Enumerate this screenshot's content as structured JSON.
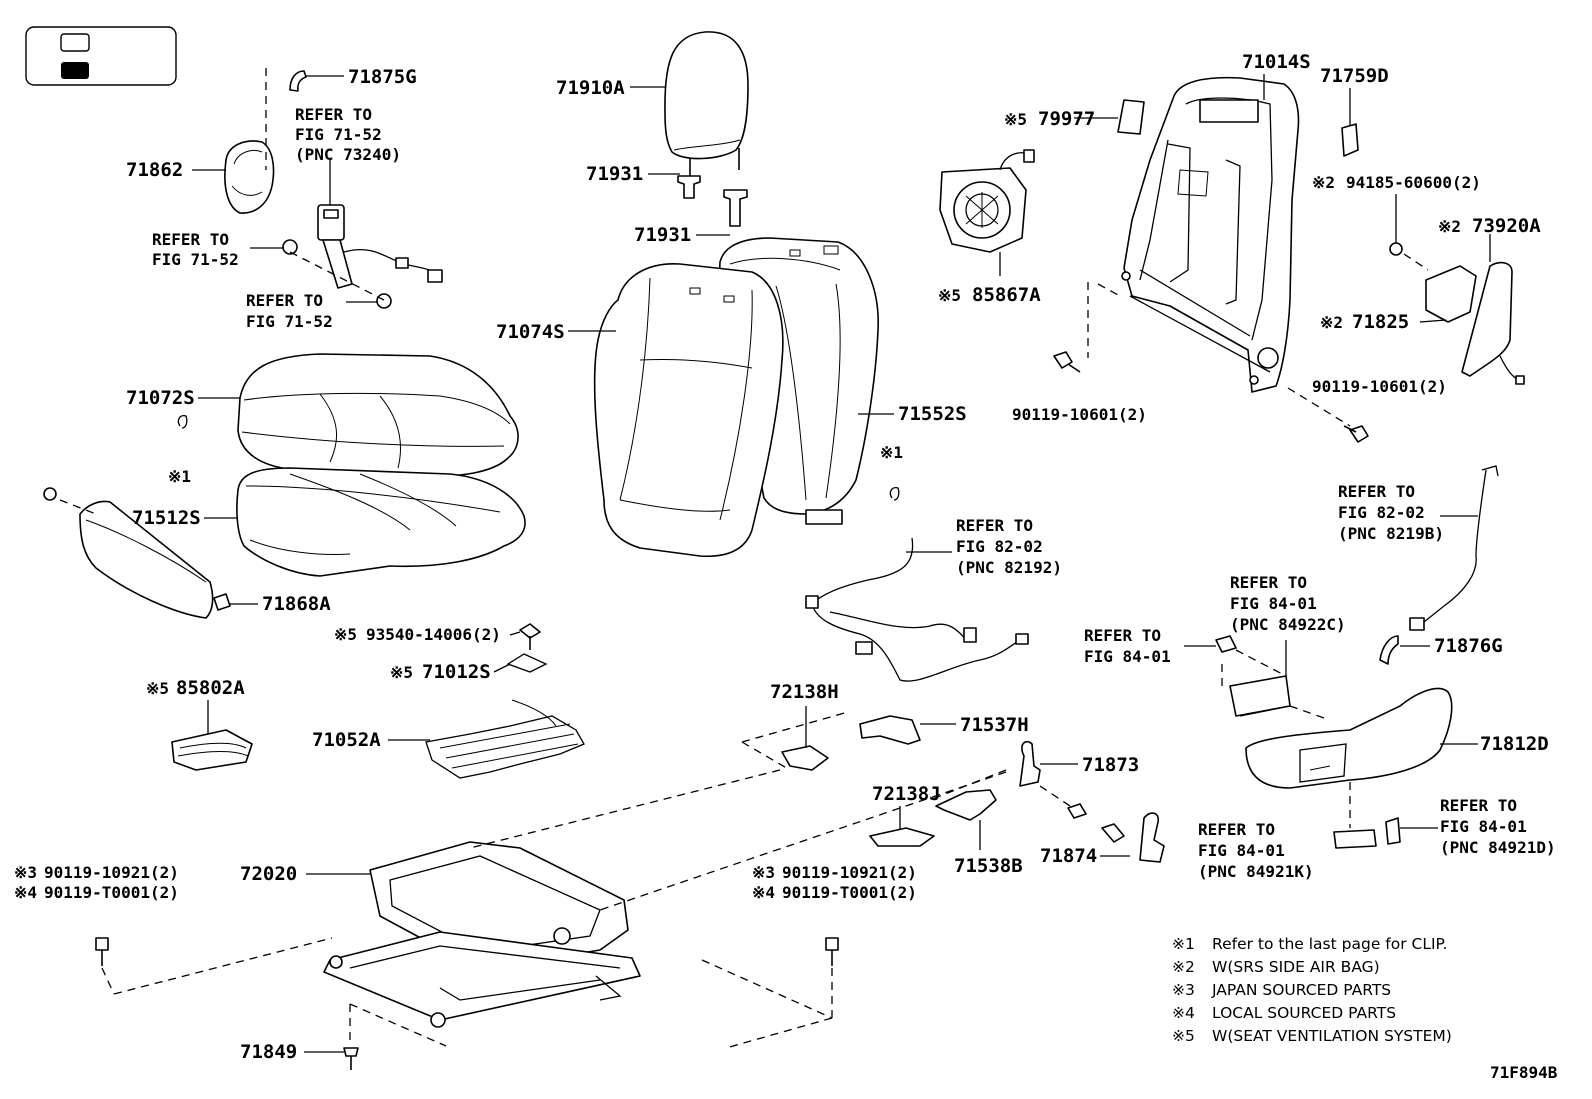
{
  "legend_box": {
    "items": [
      {
        "swatch": "white"
      },
      {
        "swatch": "black"
      }
    ]
  },
  "parts": {
    "p71875G": "71875G",
    "p71862": "71862",
    "p71910A": "71910A",
    "p71931a": "71931",
    "p71931b": "71931",
    "p71074S": "71074S",
    "p71072S": "71072S",
    "p71512S": "71512S",
    "p71868A": "71868A",
    "p71552S": "71552S",
    "p79977": "79977",
    "p85867A": "85867A",
    "p71014S": "71014S",
    "p71759D": "71759D",
    "p94185": "94185-60600(2)",
    "p73920A": "73920A",
    "p71825": "71825",
    "p90119a": "90119-10601(2)",
    "p90119b": "90119-10601(2)",
    "p93540": "93540-14006(2)",
    "p71012S": "71012S",
    "p85802A": "85802A",
    "p71052A": "71052A",
    "p72138H": "72138H",
    "p71537H": "71537H",
    "p72138J": "72138J",
    "p71873": "71873",
    "p71538B": "71538B",
    "p71874": "71874",
    "p72020": "72020",
    "p71849": "71849",
    "p71876G": "71876G",
    "p71812D": "71812D",
    "bolt_l1": "90119-10921(2)",
    "bolt_l2": "90119-T0001(2)",
    "bolt_r1": "90119-10921(2)",
    "bolt_r2": "90119-T0001(2)"
  },
  "marks": {
    "m1": "※1",
    "m2": "※2",
    "m3": "※3",
    "m4": "※4",
    "m5": "※5"
  },
  "refs": {
    "belt": [
      "REFER TO",
      "FIG 71-52",
      "(PNC 73240)"
    ],
    "fig7152a": [
      "REFER TO",
      "FIG 71-52"
    ],
    "fig7152b": [
      "REFER TO",
      "FIG 71-52"
    ],
    "wire82192": [
      "REFER TO",
      "FIG 82-02",
      "(PNC 82192)"
    ],
    "wire8219B": [
      "REFER TO",
      "FIG 82-02",
      "(PNC 8219B)"
    ],
    "sw84922C": [
      "REFER TO",
      "FIG 84-01",
      "(PNC 84922C)"
    ],
    "fig8401": [
      "REFER TO",
      "FIG 84-01"
    ],
    "knob84921K": [
      "REFER TO",
      "FIG 84-01",
      "(PNC 84921K)"
    ],
    "knob84921D": [
      "REFER TO",
      "FIG 84-01",
      "(PNC 84921D)"
    ]
  },
  "notes": [
    {
      "mark": "※1",
      "text": "Refer to the last page for CLIP."
    },
    {
      "mark": "※2",
      "text": "W(SRS SIDE AIR BAG)"
    },
    {
      "mark": "※3",
      "text": "JAPAN SOURCED PARTS"
    },
    {
      "mark": "※4",
      "text": "LOCAL SOURCED PARTS"
    },
    {
      "mark": "※5",
      "text": "W(SEAT VENTILATION SYSTEM)"
    }
  ],
  "figure_id": "71F894B"
}
